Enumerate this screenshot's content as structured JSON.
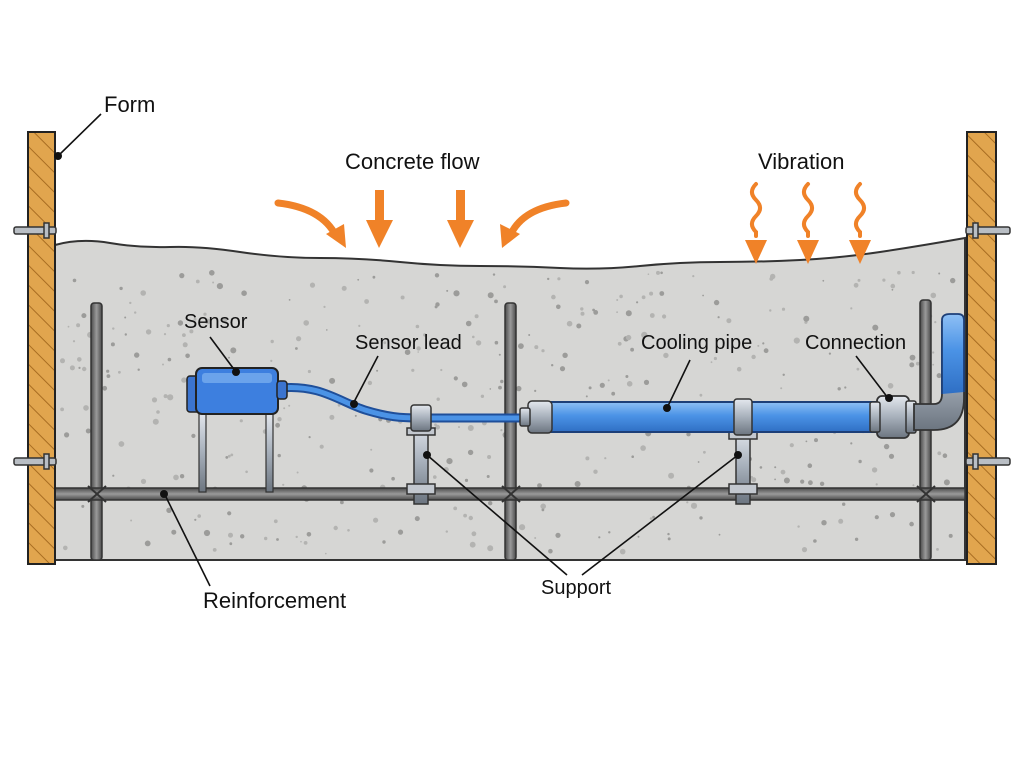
{
  "labels": {
    "form": "Form",
    "concrete_flow": "Concrete flow",
    "vibration": "Vibration",
    "sensor": "Sensor",
    "sensor_lead": "Sensor lead",
    "cooling_pipe": "Cooling pipe",
    "connection": "Connection",
    "reinforcement": "Reinforcement",
    "support": "Support"
  },
  "colors": {
    "concrete": "#d6d6d4",
    "concrete_speckle": "#9c9c9a",
    "form_wood": "#e1a54e",
    "rebar": "#6e6e6e",
    "pipe_blue": "#4b93e6",
    "sensor_blue": "#3d7fdf",
    "arrow_orange": "#f08228",
    "outline": "#222222"
  },
  "icons": {
    "concrete_flow_arrows": "down-arrow-icon",
    "vibration_arrows": "wavy-arrow-icon"
  }
}
